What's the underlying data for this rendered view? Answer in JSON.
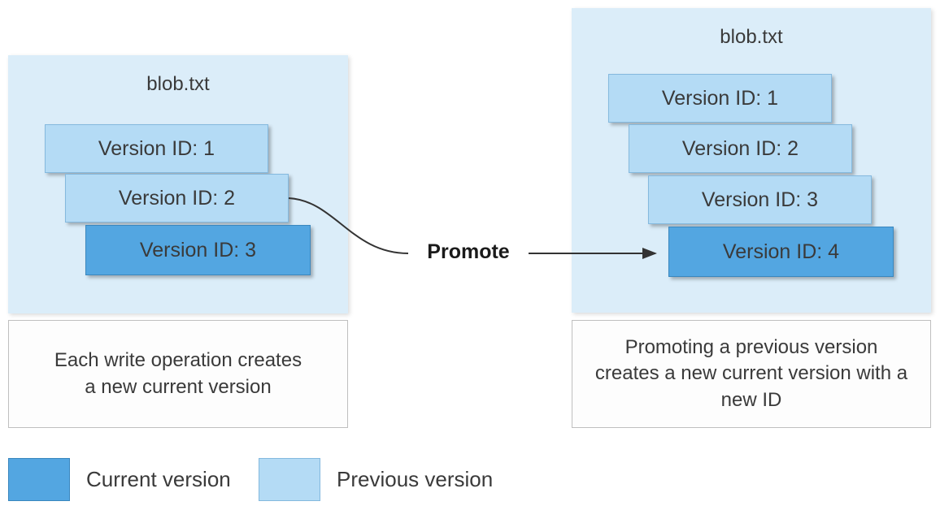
{
  "colors": {
    "panel_bg": "#DBEDF9",
    "previous_fill": "#B4DBF5",
    "previous_border": "#84B9DE",
    "current_fill": "#53A6E1",
    "current_border": "#3A87BE",
    "caption_bg": "#FDFDFD",
    "caption_border": "#BFBFBF",
    "text": "#3A3A3A",
    "arrow": "#333333"
  },
  "left_panel": {
    "title": "blob.txt",
    "versions": [
      {
        "label": "Version ID: 1",
        "state": "previous"
      },
      {
        "label": "Version ID: 2",
        "state": "previous"
      },
      {
        "label": "Version ID: 3",
        "state": "current"
      }
    ],
    "caption": "Each write operation creates a new current version"
  },
  "right_panel": {
    "title": "blob.txt",
    "versions": [
      {
        "label": "Version ID: 1",
        "state": "previous"
      },
      {
        "label": "Version ID: 2",
        "state": "previous"
      },
      {
        "label": "Version ID: 3",
        "state": "previous"
      },
      {
        "label": "Version ID: 4",
        "state": "current"
      }
    ],
    "caption": "Promoting a previous version creates a new current version with a new ID"
  },
  "connector": {
    "label": "Promote"
  },
  "legend": [
    {
      "label": "Current version",
      "state": "current"
    },
    {
      "label": "Previous version",
      "state": "previous"
    }
  ]
}
